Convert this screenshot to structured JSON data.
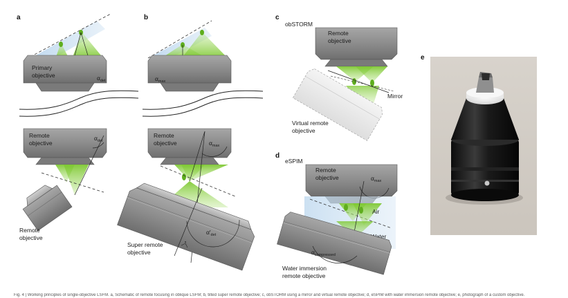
{
  "panels": {
    "a": {
      "letter": "a",
      "primary_label_1": "Primary",
      "primary_label_2": "objective",
      "remote_label_1": "Remote",
      "remote_label_2": "objective",
      "remote_out_label_1": "Remote",
      "remote_out_label_2": "objective",
      "alpha": "α",
      "alpha_sub": "det"
    },
    "b": {
      "letter": "b",
      "alpha": "α",
      "alpha_sub_max": "max",
      "remote_label_1": "Remote",
      "remote_label_2": "objective",
      "super_label_1": "Super remote",
      "super_label_2": "objective",
      "alpha_det_prime": "α′",
      "alpha_det_sub": "det"
    },
    "c": {
      "letter": "c",
      "title": "obSTORM",
      "remote_label_1": "Remote",
      "remote_label_2": "objective",
      "mirror": "Mirror",
      "virtual_label_1": "Virtual remote",
      "virtual_label_2": "objective"
    },
    "d": {
      "letter": "d",
      "title": "eSPIM",
      "remote_label_1": "Remote",
      "remote_label_2": "objective",
      "alpha": "α",
      "alpha_sub_max": "max",
      "air": "Air",
      "water": "Water",
      "alpha_sub_compressed": "compressed",
      "water_label_1": "Water immersion",
      "water_label_2": "remote objective"
    },
    "e": {
      "letter": "e"
    }
  },
  "caption": "Fig. 4 | Working principles of single-objective LSFM. a, Schematic of remote focusing in oblique LSFM; b, tilted super remote objective; c, obSTORM using a mirror and virtual remote objective; d, eSPIM with water immersion remote objective; e, photograph of a custom objective."
}
